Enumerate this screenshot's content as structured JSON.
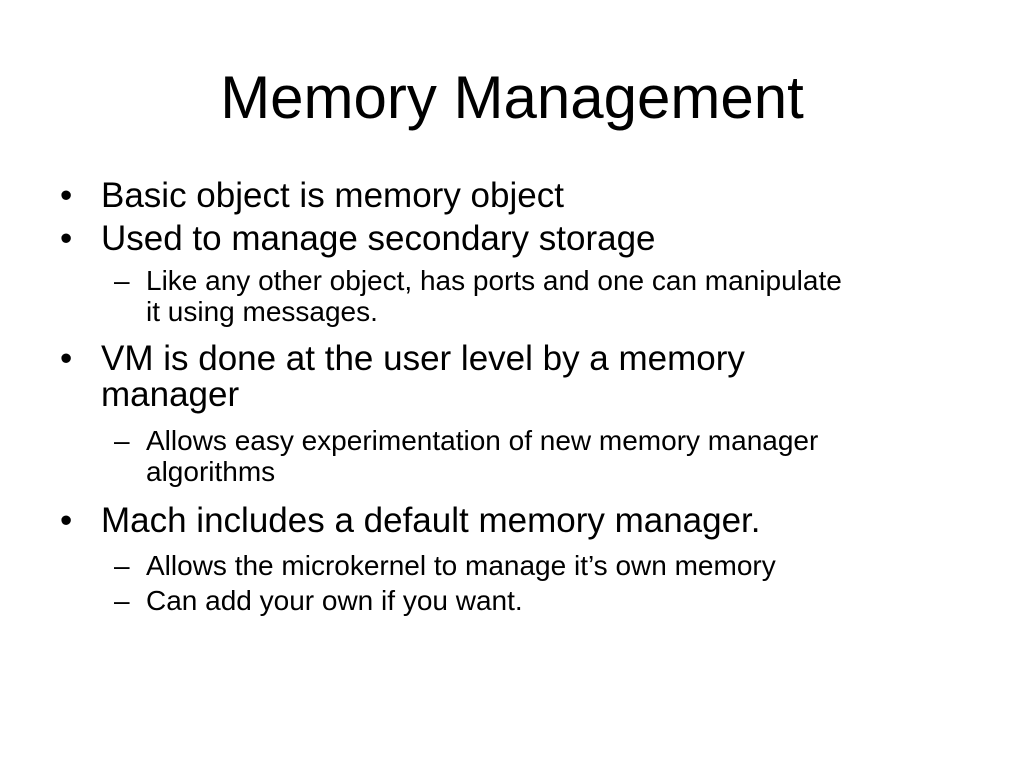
{
  "slide": {
    "title": "Memory Management",
    "bullet_marker": "•",
    "sub_marker": "–",
    "items": [
      {
        "level": 1,
        "text": "Basic object is memory object"
      },
      {
        "level": 1,
        "text": "Used to manage secondary storage"
      },
      {
        "level": 2,
        "text": "Like any other object, has ports and one can manipulate it using messages."
      },
      {
        "level": 1,
        "text": "VM is done at the user level by a memory manager"
      },
      {
        "level": 2,
        "text": "Allows easy experimentation of new memory manager algorithms"
      },
      {
        "level": 1,
        "text": "Mach includes a default memory manager."
      },
      {
        "level": 2,
        "text": "Allows the microkernel to manage it’s own memory"
      },
      {
        "level": 2,
        "text": "Can add your own if you want."
      }
    ]
  }
}
